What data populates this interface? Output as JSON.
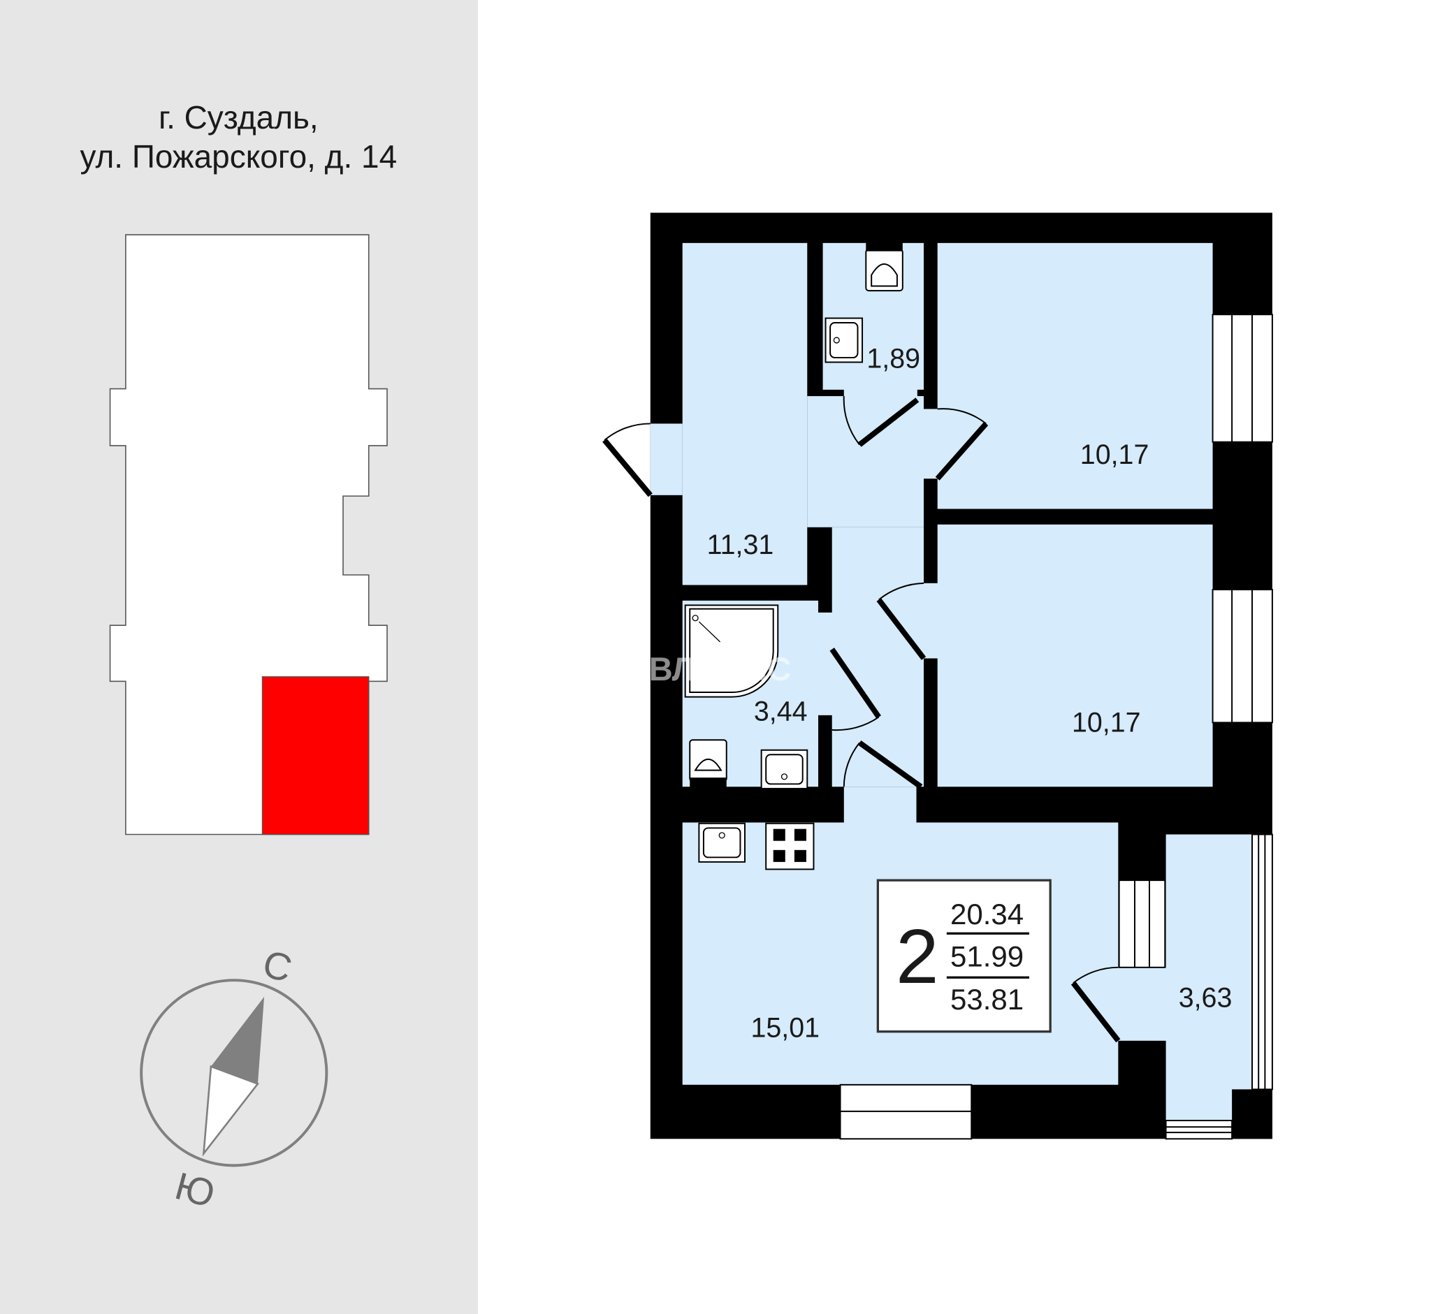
{
  "address": {
    "line1": "г. Суздаль,",
    "line2": "ул. Пожарского, д. 14"
  },
  "building_plan": {
    "highlight_color": "#ff0000",
    "outline_color": "#555555"
  },
  "compass": {
    "north_label": "С",
    "south_label": "Ю"
  },
  "floor_plan": {
    "room_color": "#d6ebfb",
    "rooms": [
      {
        "name": "toilet",
        "area": "1,89"
      },
      {
        "name": "bedroom-1",
        "area": "10,17"
      },
      {
        "name": "hallway",
        "area": "11,31"
      },
      {
        "name": "bathroom",
        "area": "3,44"
      },
      {
        "name": "bedroom-2",
        "area": "10,17"
      },
      {
        "name": "kitchen",
        "area": "15,01"
      },
      {
        "name": "balcony",
        "area": "3,63"
      }
    ],
    "summary": {
      "rooms_count": "2",
      "living_area": "20.34",
      "total_area": "51.99",
      "total_with_balcony": "53.81"
    },
    "watermark": "ВЛАДИС"
  }
}
